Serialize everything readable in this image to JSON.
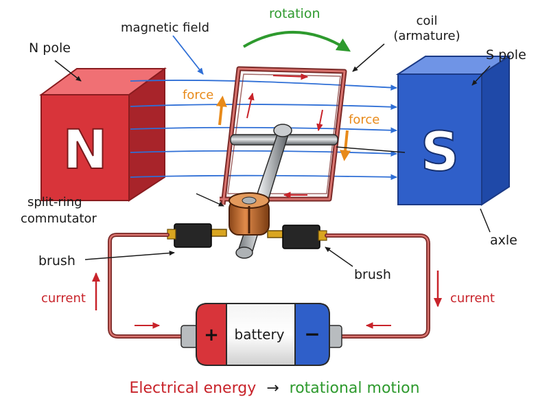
{
  "labels": {
    "n_pole": "N pole",
    "magnetic_field": "magnetic field",
    "rotation": "rotation",
    "coil": "coil",
    "armature": "(armature)",
    "s_pole": "S pole",
    "force_left": "force",
    "force_right": "force",
    "n_letter": "N",
    "s_letter": "S",
    "split_ring_line1": "split-ring",
    "split_ring_line2": "commutator",
    "axle": "axle",
    "brush_left": "brush",
    "brush_right": "brush",
    "current_left": "current",
    "current_right": "current",
    "battery": "battery",
    "plus": "+",
    "minus": "−",
    "caption_left": "Electrical energy",
    "caption_arrow": "→",
    "caption_right": "rotational motion"
  },
  "colors": {
    "north": "#d8343a",
    "south": "#2f5fc9",
    "field": "#2f6fd6",
    "force": "#e88a1a",
    "rotation": "#2e9a2e",
    "current": "#c8232a",
    "wire": "#c0504d",
    "ink": "#1a1a1a"
  }
}
